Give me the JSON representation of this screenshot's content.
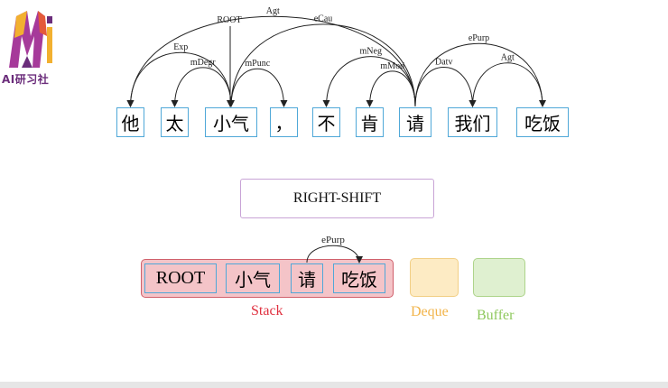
{
  "logo": {
    "text": "AI研习社",
    "colors": [
      "#f2b030",
      "#a63a9a",
      "#6b2d7b",
      "#e45a3a"
    ]
  },
  "tokens": [
    {
      "id": "t0",
      "label": "他"
    },
    {
      "id": "t1",
      "label": "太"
    },
    {
      "id": "t2",
      "label": "小气"
    },
    {
      "id": "t3",
      "label": "，"
    },
    {
      "id": "t4",
      "label": "不"
    },
    {
      "id": "t5",
      "label": "肯"
    },
    {
      "id": "t6",
      "label": "请"
    },
    {
      "id": "t7",
      "label": "我们"
    },
    {
      "id": "t8",
      "label": "吃饭"
    }
  ],
  "root_label": "ROOT",
  "arcs": [
    {
      "from": 2,
      "to": 1,
      "label": "mDegr"
    },
    {
      "from": 2,
      "to": 3,
      "label": "mPunc"
    },
    {
      "from": 2,
      "to": 0,
      "label": "Exp"
    },
    {
      "from": 6,
      "to": 4,
      "label": "mNeg"
    },
    {
      "from": 6,
      "to": 5,
      "label": "mMod"
    },
    {
      "from": 6,
      "to": 7,
      "label": "Datv"
    },
    {
      "from": 8,
      "to": 7,
      "label": "Agt"
    },
    {
      "from": 6,
      "to": 8,
      "label": "ePurp"
    },
    {
      "from": 6,
      "to": 2,
      "label": "eCau"
    },
    {
      "from": 6,
      "to": 0,
      "label": "Agt"
    }
  ],
  "action": "RIGHT-SHIFT",
  "stack": {
    "label": "Stack",
    "items": [
      "ROOT",
      "小气",
      "请",
      "吃饭"
    ],
    "arc_label": "ePurp"
  },
  "deque": {
    "label": "Deque"
  },
  "buffer": {
    "label": "Buffer"
  },
  "colors": {
    "token_border": "#4fa8d8",
    "stack_fill": "#f4c4c8",
    "stack_border": "#d0606b",
    "stack_text": "#e0303f",
    "deque_fill": "#fdebc4",
    "deque_text": "#f2b44a",
    "buffer_fill": "#dff0d0",
    "buffer_text": "#8ec85c",
    "action_border": "#c8a4d6"
  }
}
